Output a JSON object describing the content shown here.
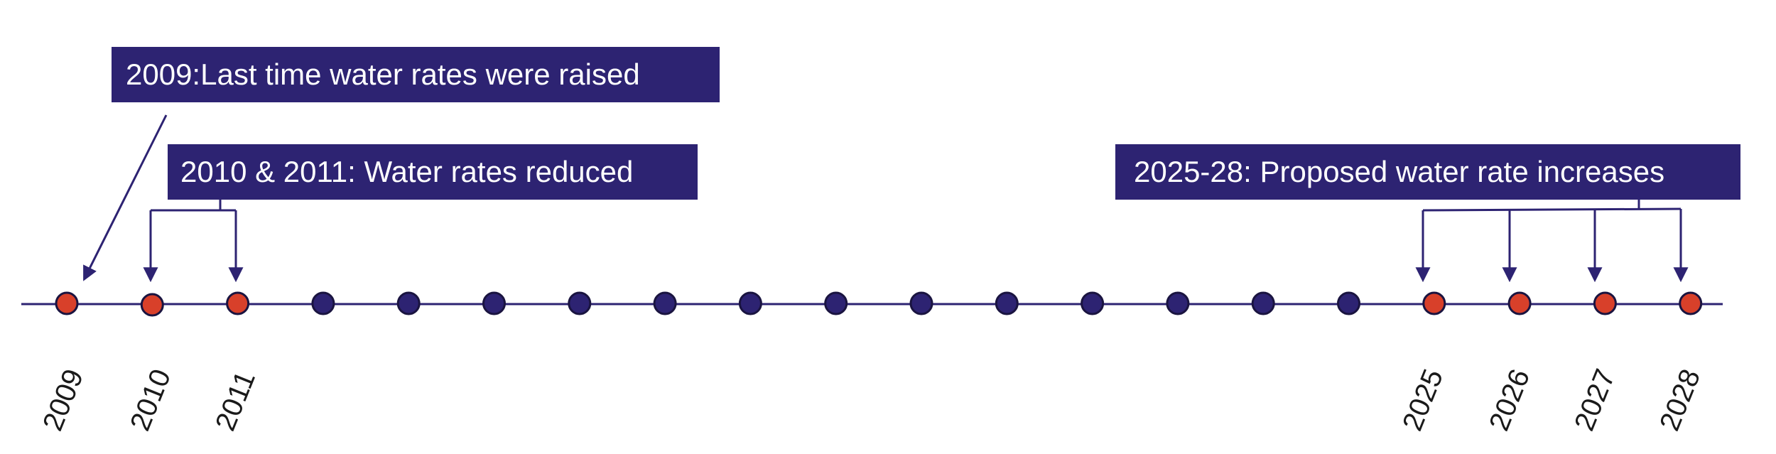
{
  "callouts": {
    "c2009": "2009:Last time water rates were raised",
    "c2010": "2010 & 2011: Water rates reduced",
    "c2025": "2025-28: Proposed water rate increases"
  },
  "years": {
    "y2009": "2009",
    "y2010": "2010",
    "y2011": "2011",
    "y2025": "2025",
    "y2026": "2026",
    "y2027": "2027",
    "y2028": "2028"
  },
  "timeline": {
    "dot_count": 20,
    "highlight_indices": [
      0,
      1,
      2,
      16,
      17,
      18,
      19
    ]
  },
  "colors": {
    "navy": "#2d2372",
    "red": "#d8402a",
    "white": "#ffffff"
  }
}
